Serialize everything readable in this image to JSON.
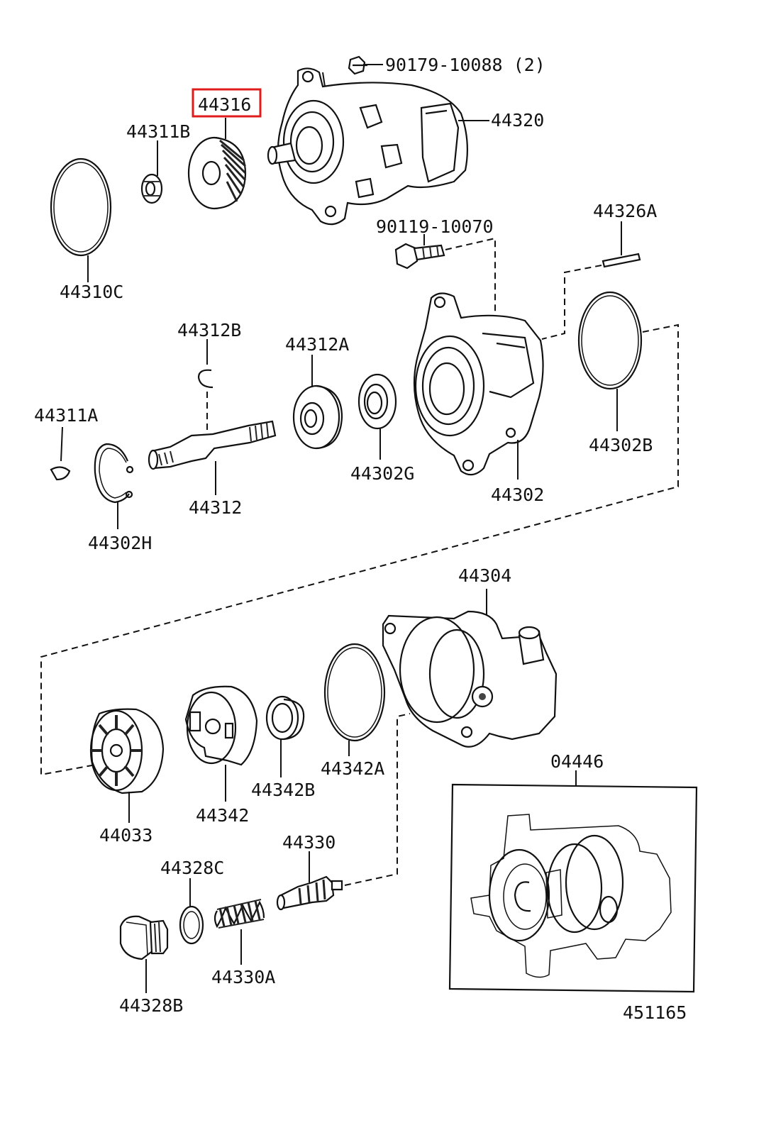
{
  "diagram": {
    "highlighted_part": "44316",
    "labels": {
      "p90179": "90179-10088 (2)",
      "p44316": "44316",
      "p44320": "44320",
      "p44311B": "44311B",
      "p44310C": "44310C",
      "p90119": "90119-10070",
      "p44326A": "44326A",
      "p44312B": "44312B",
      "p44312A": "44312A",
      "p44311A": "44311A",
      "p44302G": "44302G",
      "p44302B": "44302B",
      "p44312": "44312",
      "p44302H": "44302H",
      "p44302": "44302",
      "p44304": "44304",
      "p44342A": "44342A",
      "p44342B": "44342B",
      "p44342": "44342",
      "p44033": "44033",
      "p04446": "04446",
      "p44330": "44330",
      "p44328C": "44328C",
      "p44330A": "44330A",
      "p44328B": "44328B",
      "figure_id": "451165"
    },
    "colors": {
      "highlight": "#e01b1b",
      "ink": "#111111",
      "background": "#ffffff"
    }
  }
}
